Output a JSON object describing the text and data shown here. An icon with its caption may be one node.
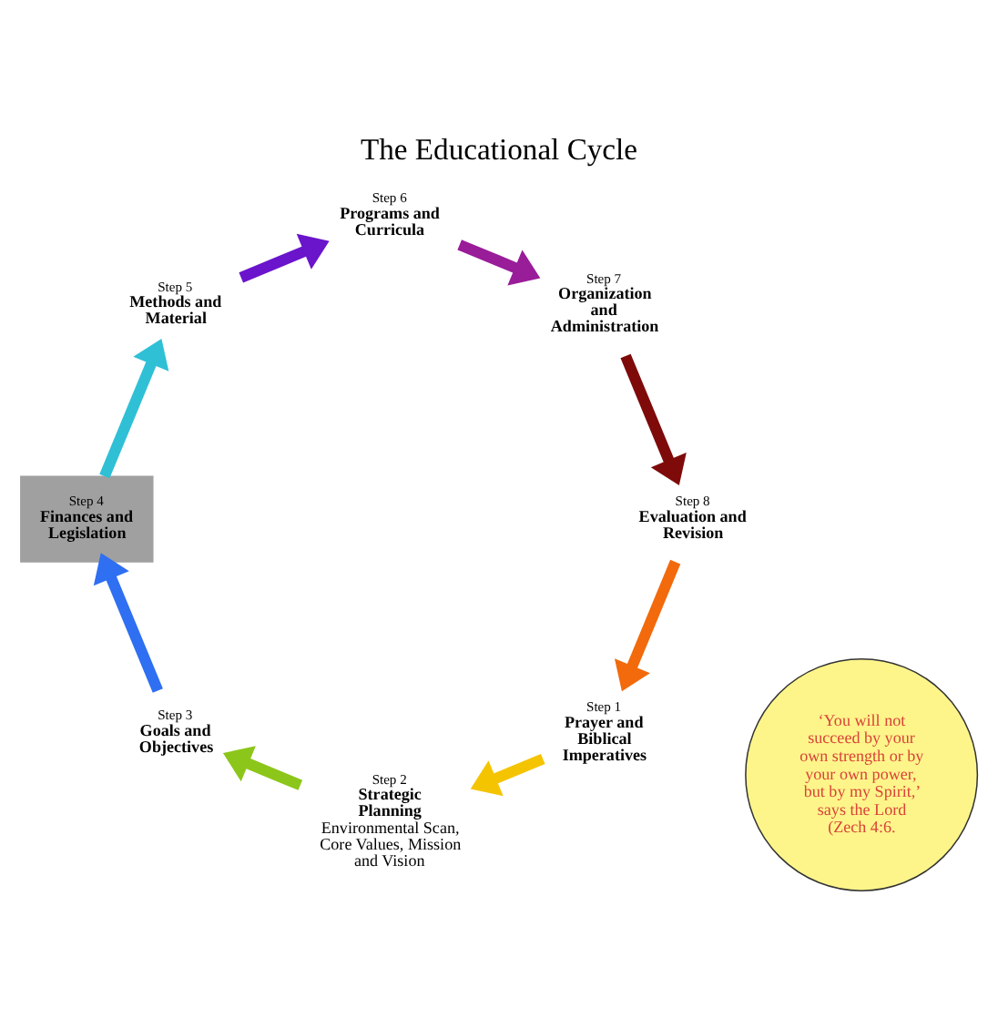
{
  "diagram": {
    "title": "The Educational Cycle",
    "nodes": [
      {
        "text": [
          "Step 1",
          "Prayer and Biblical Imperatives"
        ]
      },
      {
        "text": [
          "Step 2",
          "Strategic Planning",
          "Environmental Scan, Core Values, Mission and Vision"
        ]
      },
      {
        "text": [
          "Step 3",
          "Goals and Objectives"
        ]
      },
      {
        "text": [
          "Step 4",
          "Finances and Legislation"
        ]
      },
      {
        "text": [
          "Step 5",
          "Methods and Material"
        ]
      },
      {
        "text": [
          "Step 6",
          "Programs and Curricula"
        ]
      },
      {
        "text": [
          "Step 7",
          "Organization and Administration"
        ]
      },
      {
        "text": [
          "Step 8",
          "Evaluation and Revision"
        ]
      },
      {
        "text": [
          "‘You will not succeed by your own strength or by your own power, but by my Spirit,’ says the Lord (Zech 4:6."
        ]
      }
    ],
    "edges": [
      {
        "from": 7,
        "to": 0,
        "arrow": "to",
        "color": "#f26a0c"
      },
      {
        "from": 0,
        "to": 1,
        "arrow": "to",
        "color": "#f5c400"
      },
      {
        "from": 1,
        "to": 2,
        "arrow": "to",
        "color": "#8cc61a"
      },
      {
        "from": 2,
        "to": 3,
        "arrow": "to",
        "color": "#2f6ff2"
      },
      {
        "from": 3,
        "to": 4,
        "arrow": "to",
        "color": "#2fc0d6"
      },
      {
        "from": 4,
        "to": 5,
        "arrow": "to",
        "color": "#6a14cc"
      },
      {
        "from": 5,
        "to": 6,
        "arrow": "to",
        "color": "#991c99"
      },
      {
        "from": 6,
        "to": 7,
        "arrow": "to",
        "color": "#7e0a0a"
      }
    ]
  }
}
